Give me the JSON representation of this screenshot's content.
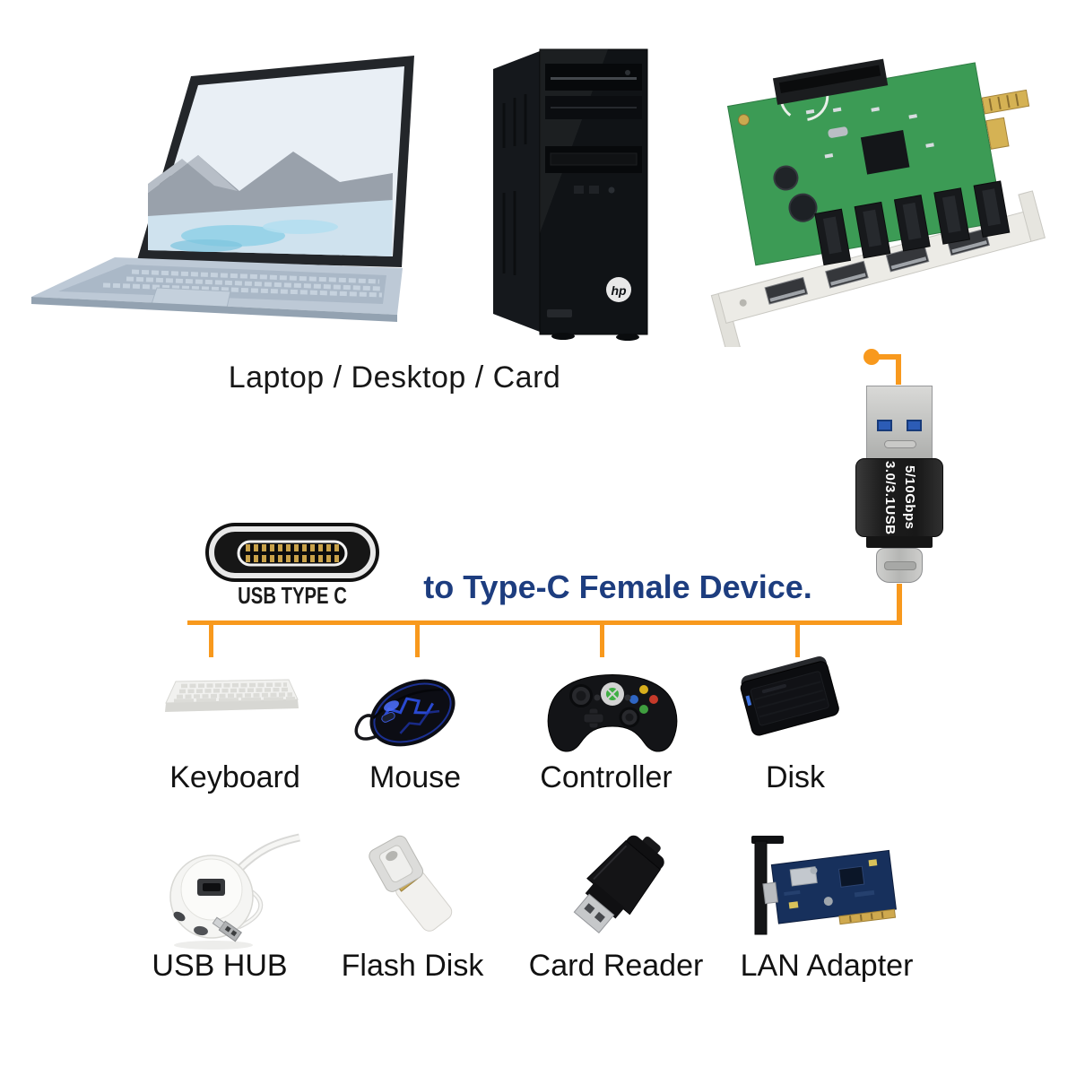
{
  "colors": {
    "connector_orange": "#F8991D",
    "headline_blue": "#1D3D7F",
    "label_black": "#121212"
  },
  "top_row": {
    "caption": "Laptop / Desktop / Card",
    "desktop_logo": "hp"
  },
  "adapter": {
    "line1": "3.0/3.1USB",
    "line2": "5/10Gbps"
  },
  "typec_port": {
    "label": "USB TYPE C"
  },
  "headline": {
    "text": "to Type-C Female Device."
  },
  "row1": {
    "items": [
      {
        "label": "Keyboard",
        "icon": "keyboard-image"
      },
      {
        "label": "Mouse",
        "icon": "mouse-image"
      },
      {
        "label": "Controller",
        "icon": "controller-image"
      },
      {
        "label": "Disk",
        "icon": "disk-image"
      }
    ]
  },
  "row2": {
    "items": [
      {
        "label": "USB HUB",
        "icon": "usb-hub-image"
      },
      {
        "label": "Flash Disk",
        "icon": "flash-disk-image"
      },
      {
        "label": "Card Reader",
        "icon": "card-reader-image"
      },
      {
        "label": "LAN Adapter",
        "icon": "lan-adapter-image"
      }
    ]
  }
}
